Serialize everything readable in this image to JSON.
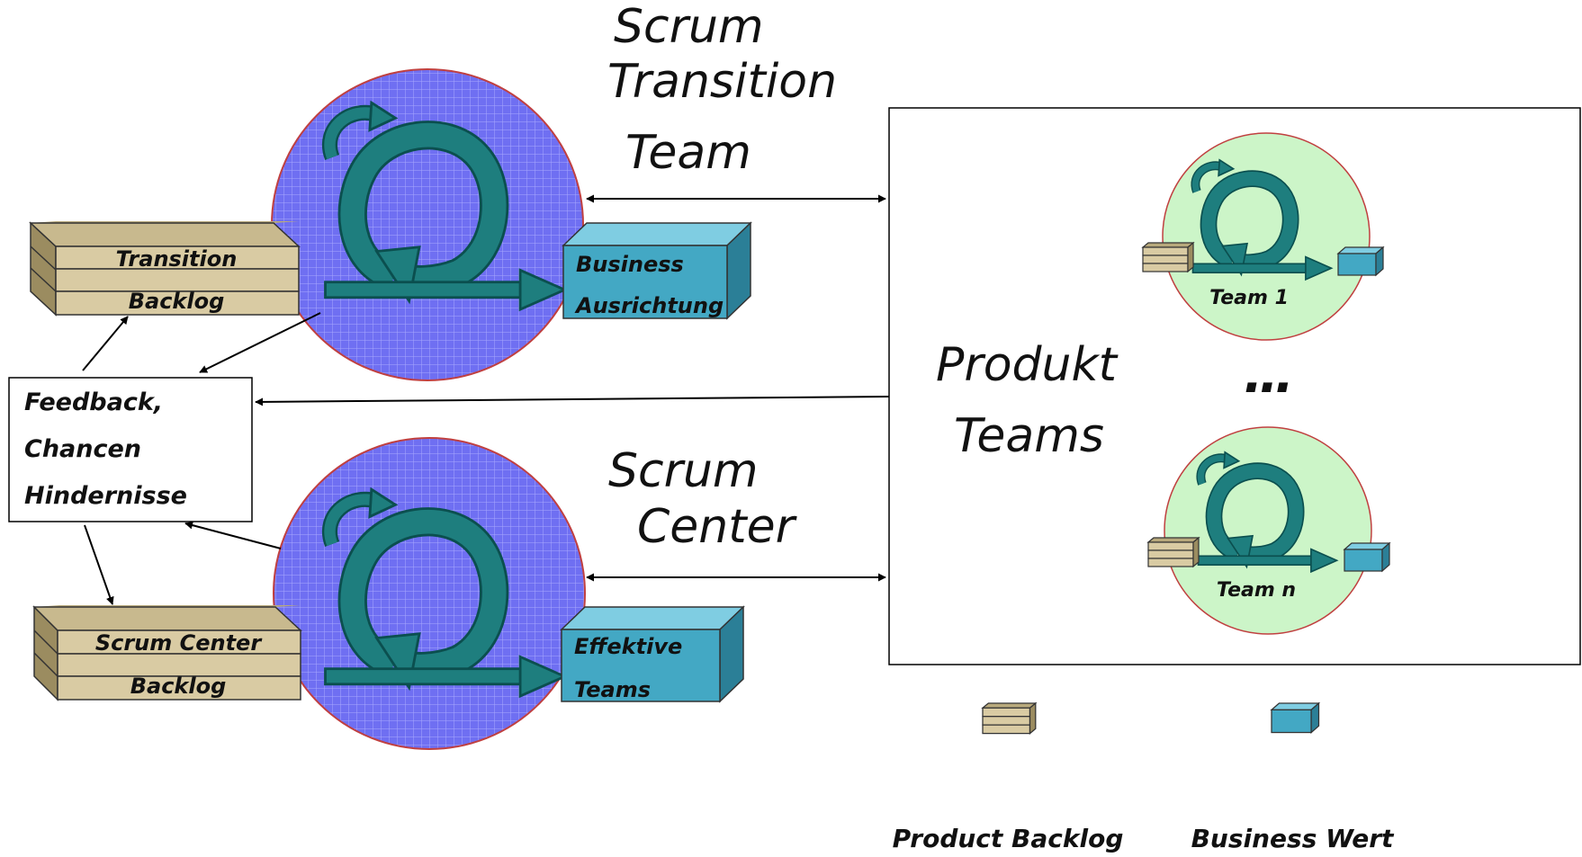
{
  "title_transition": [
    "Scrum",
    "Transition",
    "Team"
  ],
  "title_center": [
    "Scrum",
    "Center"
  ],
  "produkt_teams": [
    "Produkt",
    "Teams"
  ],
  "transition_backlog": [
    "Transition",
    "Backlog"
  ],
  "center_backlog": [
    "Scrum Center",
    "Backlog"
  ],
  "business_box": [
    "Business",
    "Ausrichtung"
  ],
  "effective_box": [
    "Effektive",
    "Teams"
  ],
  "feedback": [
    "Feedback,",
    "Chancen",
    "Hindernisse"
  ],
  "team_1": "Team 1",
  "team_n": "Team n",
  "ellipsis": "…",
  "legend": {
    "product_backlog": "Product Backlog",
    "business_wert": "Business Wert"
  },
  "colors": {
    "big_circle": "#6f6ff2",
    "big_circle_stroke": "#c04040",
    "team_circle": "#ccf5c8",
    "loop_arrow": "#1e7e7e",
    "backlog_box": "#d9cba3",
    "value_box": "#43a8c4"
  }
}
